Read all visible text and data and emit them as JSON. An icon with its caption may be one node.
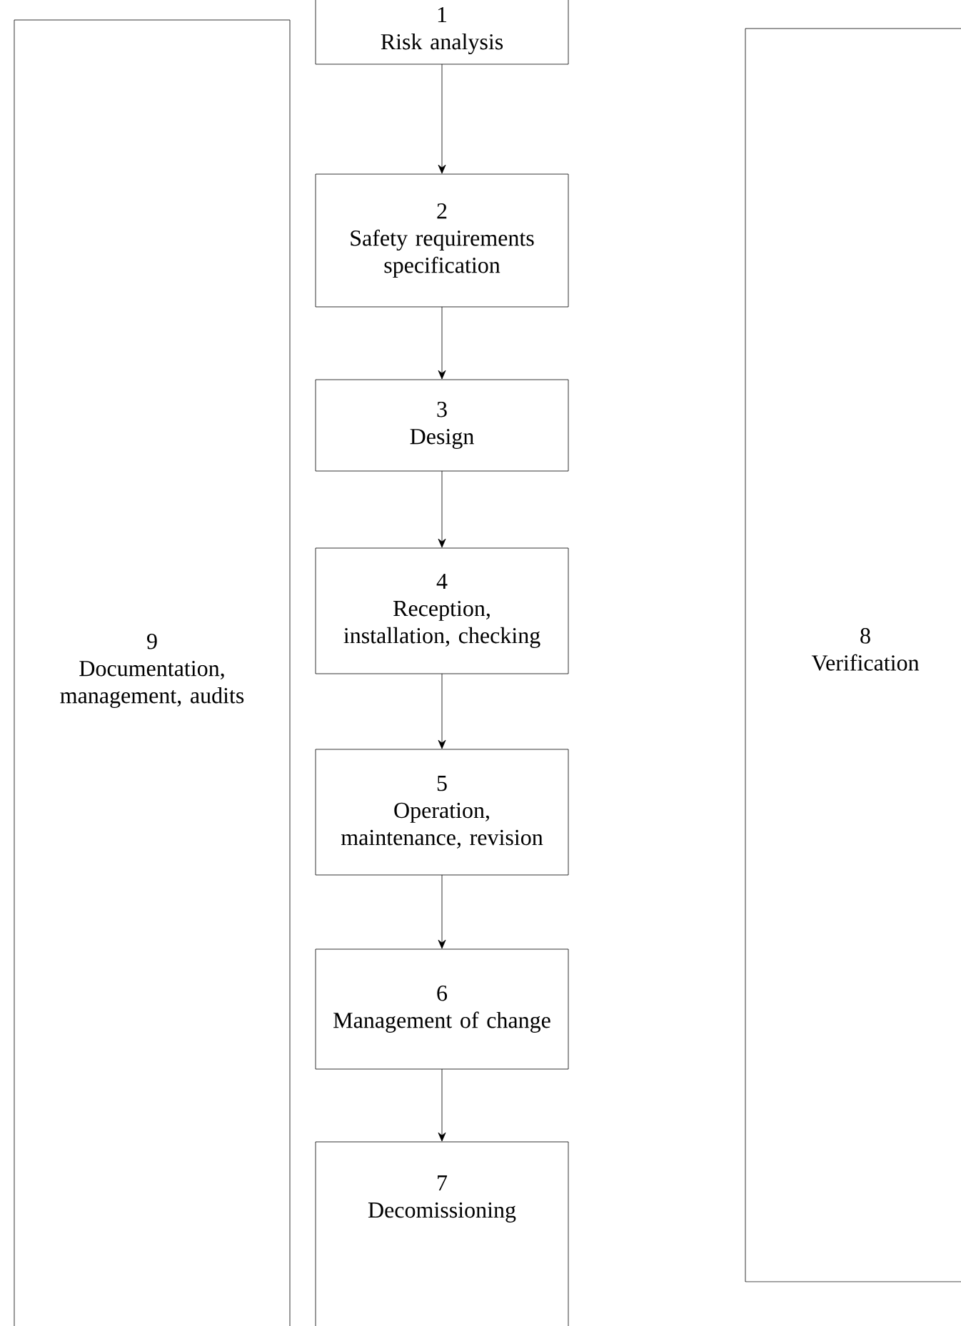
{
  "diagram": {
    "nodes": [
      {
        "text": [
          "9",
          "Documentation, management, audits"
        ]
      },
      {
        "text": [
          "1",
          "Risk analysis"
        ]
      },
      {
        "text": [
          "2",
          "Safety requirements specification"
        ]
      },
      {
        "text": [
          "3",
          "Design"
        ]
      },
      {
        "text": [
          "4",
          "Reception, installation, checking"
        ]
      },
      {
        "text": [
          "5",
          "Operation, maintenance, revision"
        ]
      },
      {
        "text": [
          "6",
          "Management of change"
        ]
      },
      {
        "text": [
          "7",
          "Decomissioning"
        ]
      },
      {
        "text": [
          "8",
          "Verification"
        ]
      }
    ],
    "edges": [
      {
        "from": 1,
        "to": 2,
        "arrow": "to"
      },
      {
        "from": 2,
        "to": 3,
        "arrow": "to"
      },
      {
        "from": 3,
        "to": 4,
        "arrow": "to"
      },
      {
        "from": 4,
        "to": 5,
        "arrow": "to"
      },
      {
        "from": 5,
        "to": 6,
        "arrow": "to"
      },
      {
        "from": 6,
        "to": 7,
        "arrow": "to"
      }
    ]
  }
}
